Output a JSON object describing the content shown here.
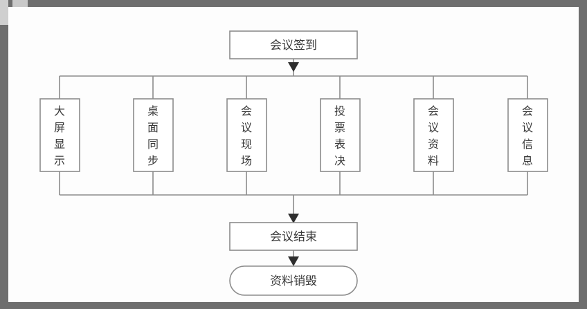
{
  "diagram": {
    "type": "flowchart",
    "orientation": "top-down",
    "title": "",
    "palette": {
      "frame": "#6e6e6e",
      "canvas": "#fdfdfd",
      "node_fill": "#ffffff",
      "node_stroke": "#8c8c8c",
      "connector": "#8c8c8c",
      "arrow_head": "#2e2e2e",
      "label_text": "#3a3a3a"
    },
    "start_node": {
      "id": "start",
      "label": "会议签到",
      "shape": "rectangle",
      "text_orientation": "horizontal"
    },
    "branch_nodes": [
      {
        "id": "branch-1",
        "label": "大屏显示",
        "shape": "rectangle",
        "text_orientation": "vertical"
      },
      {
        "id": "branch-2",
        "label": "桌面同步",
        "shape": "rectangle",
        "text_orientation": "vertical"
      },
      {
        "id": "branch-3",
        "label": "会议现场",
        "shape": "rectangle",
        "text_orientation": "vertical"
      },
      {
        "id": "branch-4",
        "label": "投票表决",
        "shape": "rectangle",
        "text_orientation": "vertical"
      },
      {
        "id": "branch-5",
        "label": "会议资料",
        "shape": "rectangle",
        "text_orientation": "vertical"
      },
      {
        "id": "branch-6",
        "label": "会议信息",
        "shape": "rectangle",
        "text_orientation": "vertical"
      }
    ],
    "end_node": {
      "id": "end",
      "label": "会议结束",
      "shape": "rectangle",
      "text_orientation": "horizontal"
    },
    "terminal_node": {
      "id": "terminal",
      "label": "资料销毁",
      "shape": "stadium",
      "text_orientation": "horizontal"
    },
    "edges": [
      {
        "from": "start",
        "to": "branch-bus-top",
        "arrow": true
      },
      {
        "from": "branch-bus-top",
        "to": "branch-1",
        "arrow": false
      },
      {
        "from": "branch-bus-top",
        "to": "branch-2",
        "arrow": false
      },
      {
        "from": "branch-bus-top",
        "to": "branch-3",
        "arrow": false
      },
      {
        "from": "branch-bus-top",
        "to": "branch-4",
        "arrow": false
      },
      {
        "from": "branch-bus-top",
        "to": "branch-5",
        "arrow": false
      },
      {
        "from": "branch-bus-top",
        "to": "branch-6",
        "arrow": false
      },
      {
        "from": "branch-1",
        "to": "branch-bus-bottom",
        "arrow": false
      },
      {
        "from": "branch-2",
        "to": "branch-bus-bottom",
        "arrow": false
      },
      {
        "from": "branch-3",
        "to": "branch-bus-bottom",
        "arrow": false
      },
      {
        "from": "branch-4",
        "to": "branch-bus-bottom",
        "arrow": false
      },
      {
        "from": "branch-5",
        "to": "branch-bus-bottom",
        "arrow": false
      },
      {
        "from": "branch-6",
        "to": "branch-bus-bottom",
        "arrow": false
      },
      {
        "from": "branch-bus-bottom",
        "to": "end",
        "arrow": true
      },
      {
        "from": "end",
        "to": "terminal",
        "arrow": true
      }
    ]
  }
}
